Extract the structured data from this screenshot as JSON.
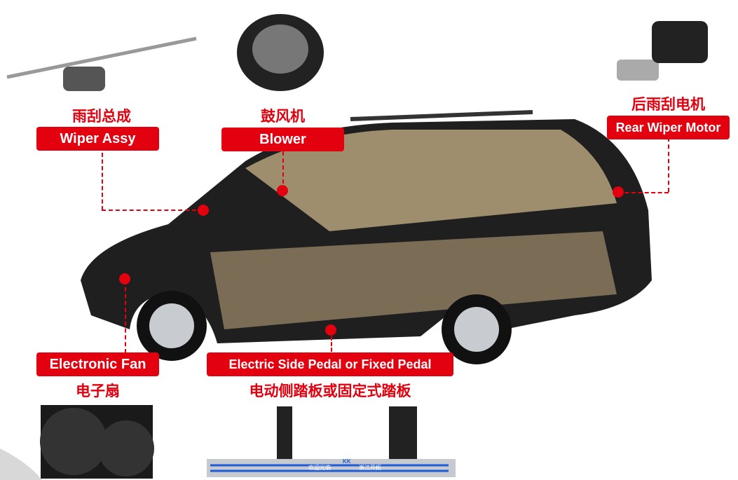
{
  "parts": [
    {
      "cn": "雨刮总成",
      "en": "Wiper Assy"
    },
    {
      "cn": "鼓风机",
      "en": "Blower"
    },
    {
      "cn": "后雨刮电机",
      "en": "Rear Wiper Motor"
    },
    {
      "cn": "电子扇",
      "en": "Electronic Fan"
    },
    {
      "cn": "电动侧踏板或固定式踏板",
      "en": "Electric Side Pedal or Fixed Pedal"
    }
  ],
  "pedal_text": {
    "left": "欢迎光临",
    "logo": "KK",
    "right": "浙江开拓"
  },
  "colors": {
    "accent": "#e3000f"
  }
}
